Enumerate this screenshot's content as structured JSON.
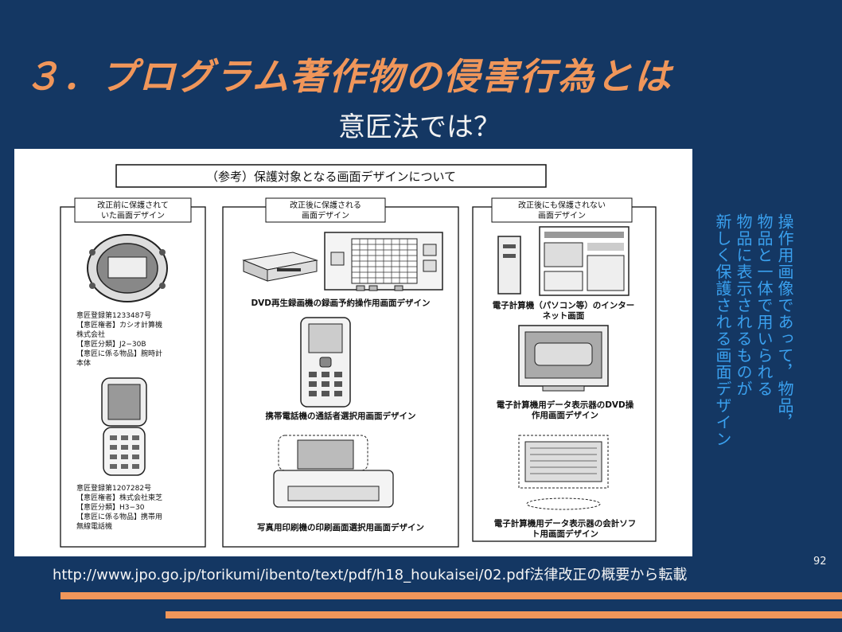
{
  "slide": {
    "title": "３．プログラム著作物の侵害行為とは",
    "subtitle": "意匠法では？",
    "page_number": "92",
    "source": "http://www.jpo.go.jp/torikumi/ibento/text/pdf/h18_houkaisei/02.pdf法律改正の概要から転載"
  },
  "side_note": {
    "lines": [
      "操作用画像であって，物品，",
      "物品と一体で用いられる",
      "物品に表示されるものが",
      "新しく保護される画面デザイン"
    ]
  },
  "figure": {
    "heading": "（参考）保護対象となる画面デザインについて",
    "left": {
      "label_1": "改正前に保護されて",
      "label_2": "いた画面デザイン",
      "watch_1": "意匠登録第1233487号",
      "watch_2": "【意匠権者】カシオ計算機",
      "watch_3": "株式会社",
      "watch_4": "【意匠分類】J2−30B",
      "watch_5": "【意匠に係る物品】腕時計",
      "watch_6": "本体",
      "phone_1": "意匠登録第1207282号",
      "phone_2": "【意匠権者】株式会社東芝",
      "phone_3": "【意匠分類】H3−30",
      "phone_4": "【意匠に係る物品】携帯用",
      "phone_5": "無線電話機"
    },
    "middle": {
      "label_1": "改正後に保護される",
      "label_2": "画面デザイン",
      "cap_dvd": "DVD再生録画機の録画予約操作用画面デザイン",
      "cap_phone": "携帯電話機の通話者選択用画面デザイン",
      "cap_printer": "写真用印刷機の印刷画面選択用画面デザイン"
    },
    "right": {
      "label_1": "改正後にも保護されない",
      "label_2": "画面デザイン",
      "cap_pc_1": "電子計算機（パソコン等）のインター",
      "cap_pc_2": "ネット画面",
      "cap_dvd_1": "電子計算機用データ表示器のDVD操",
      "cap_dvd_2": "作用画面デザイン",
      "cap_acc_1": "電子計算機用データ表示器の会計ソフ",
      "cap_acc_2": "ト用画面デザイン"
    }
  },
  "colors": {
    "background": "#143763",
    "title": "#f0965a",
    "side_note": "#3aa0ee",
    "rule": "#f0965a"
  }
}
